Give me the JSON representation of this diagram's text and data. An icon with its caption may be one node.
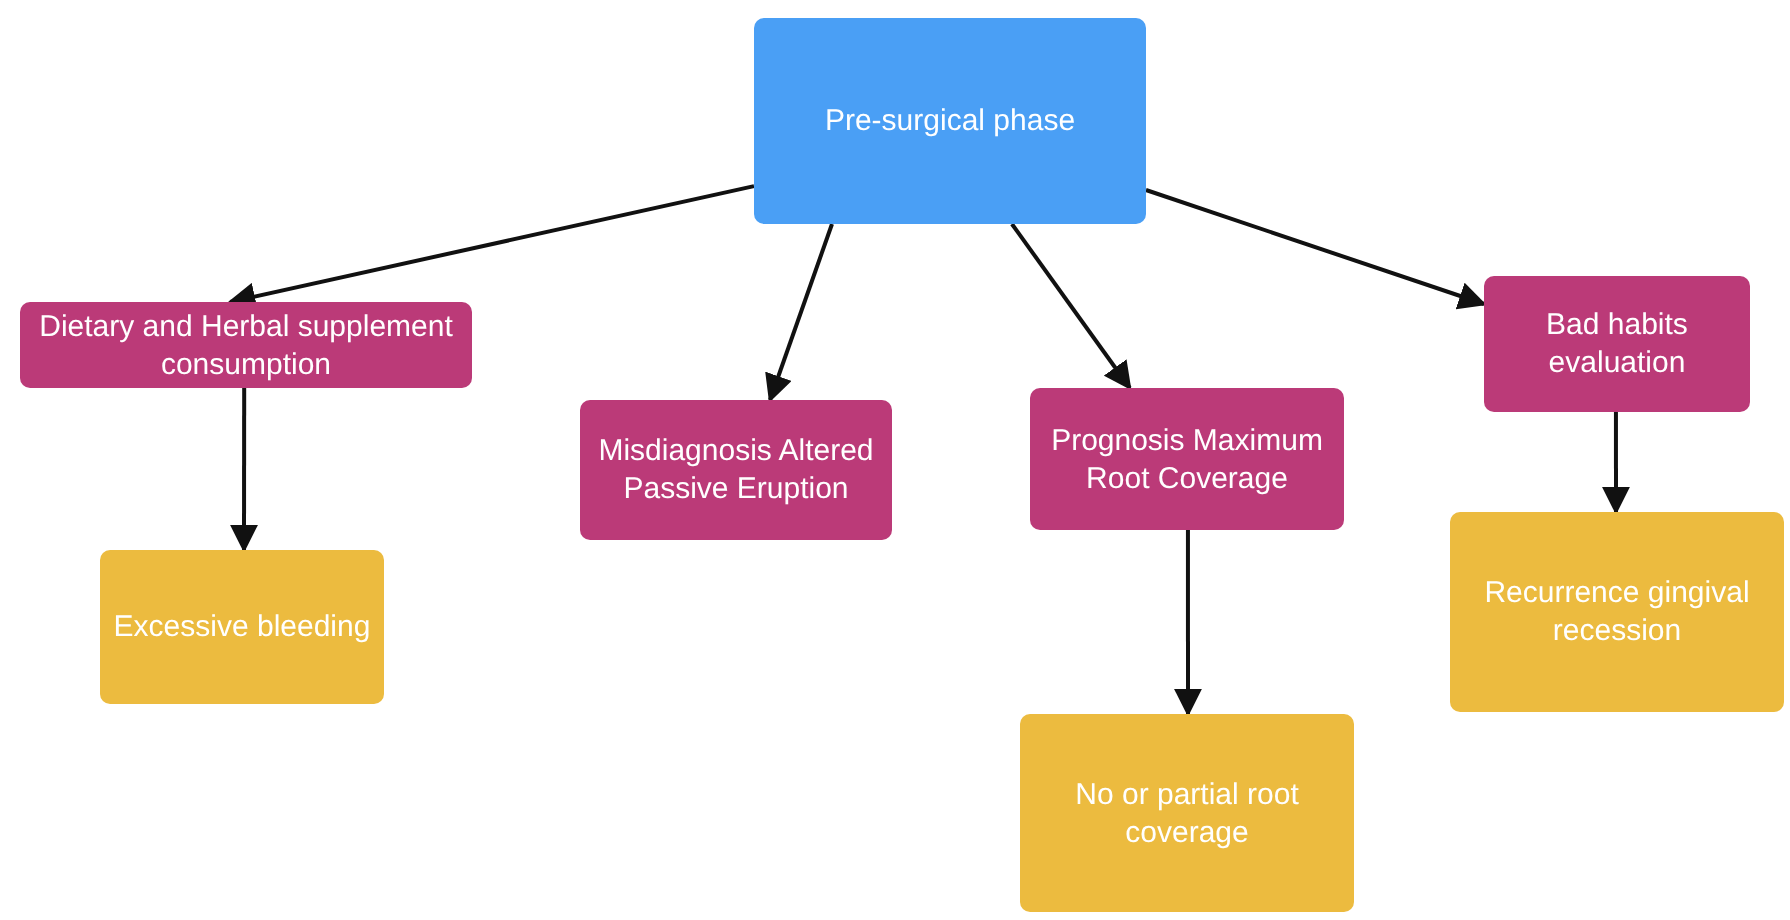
{
  "diagram": {
    "nodes": [
      {
        "text": [
          "Pre-surgical phase"
        ]
      },
      {
        "text": [
          "Dietary and Herbal supplement consumption"
        ]
      },
      {
        "text": [
          "Misdiagnosis Altered Passive Eruption"
        ]
      },
      {
        "text": [
          "Prognosis Maximum Root Coverage"
        ]
      },
      {
        "text": [
          "Bad habits evaluation"
        ]
      },
      {
        "text": [
          "Excessive bleeding"
        ]
      },
      {
        "text": [
          "No or partial root coverage"
        ]
      },
      {
        "text": [
          "Recurrence gingival recession"
        ]
      }
    ],
    "edges": [
      {
        "from": 0,
        "to": 1,
        "arrow": "to"
      },
      {
        "from": 0,
        "to": 2,
        "arrow": "to"
      },
      {
        "from": 0,
        "to": 3,
        "arrow": "to"
      },
      {
        "from": 0,
        "to": 4,
        "arrow": "to"
      },
      {
        "from": 1,
        "to": 5,
        "arrow": "to"
      },
      {
        "from": 3,
        "to": 6,
        "arrow": "to"
      },
      {
        "from": 4,
        "to": 7,
        "arrow": "to"
      }
    ]
  }
}
